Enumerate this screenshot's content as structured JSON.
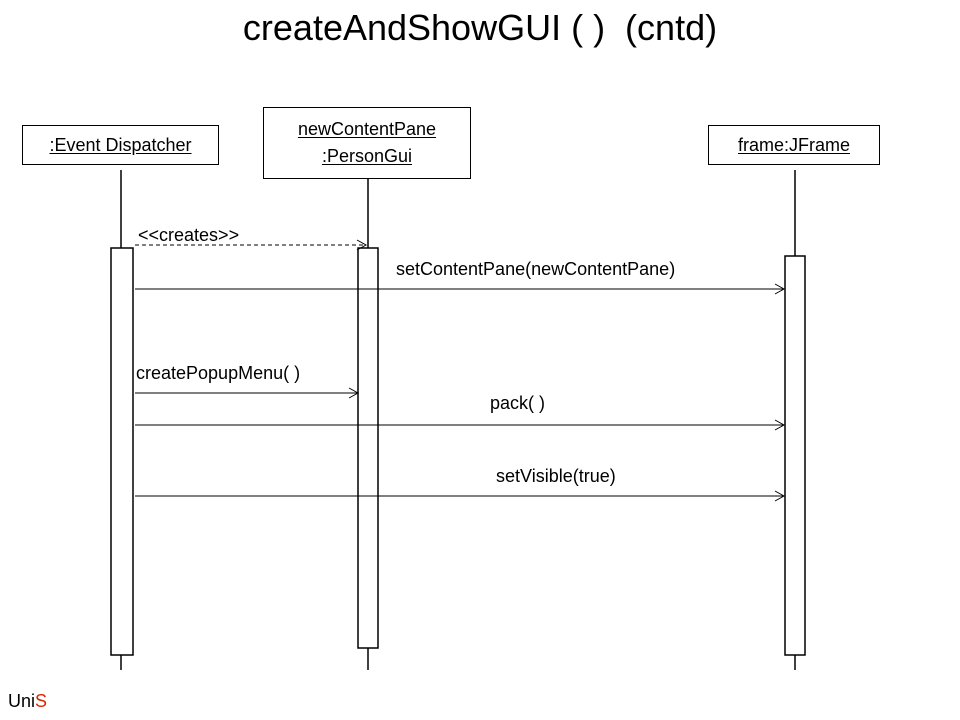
{
  "title": "createAndShowGUI ( )  (cntd)",
  "lifelines": {
    "dispatcher": ":Event Dispatcher",
    "persongui_line1": "newContentPane",
    "persongui_line2": ":PersonGui",
    "jframe": "frame:JFrame"
  },
  "messages": {
    "creates": "<<creates>>",
    "set_content_pane": "setContentPane(newContentPane)",
    "create_popup_menu": "createPopupMenu( )",
    "pack": "pack( )",
    "set_visible": "setVisible(true)"
  },
  "brand": {
    "prefix": "Uni",
    "accent": "S",
    "accent_color": "#d42a00"
  }
}
